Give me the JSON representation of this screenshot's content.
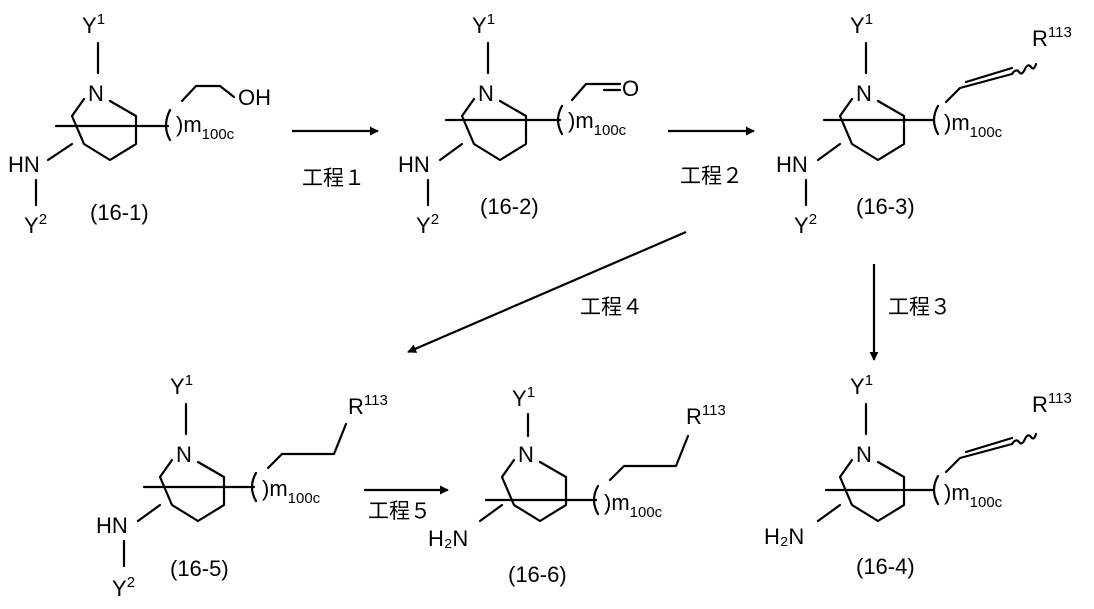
{
  "labels": {
    "y1": "Y",
    "y1_sup": "1",
    "y2": "Y",
    "y2_sup": "2",
    "n": "N",
    "hn": "HN",
    "h2n": "H₂N",
    "oh": "OH",
    "o": "O",
    "r": "R",
    "r_sup": "113",
    "m_open": "(",
    "m_close": ")m",
    "m_sub": "100c"
  },
  "compounds": [
    {
      "id": "(16-1)"
    },
    {
      "id": "(16-2)"
    },
    {
      "id": "(16-3)"
    },
    {
      "id": "(16-4)"
    },
    {
      "id": "(16-5)"
    },
    {
      "id": "(16-6)"
    }
  ],
  "steps": [
    {
      "label": "工程１"
    },
    {
      "label": "工程２"
    },
    {
      "label": "工程３"
    },
    {
      "label": "工程４"
    },
    {
      "label": "工程５"
    }
  ]
}
